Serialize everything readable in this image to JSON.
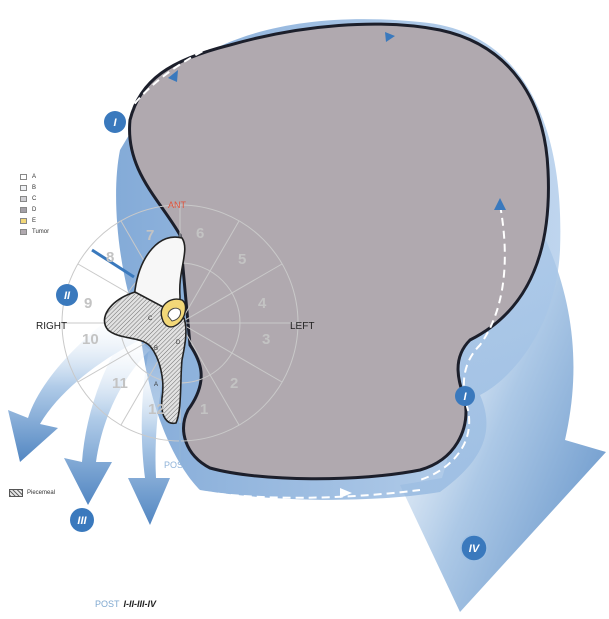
{
  "legend": [
    {
      "label": "A",
      "color": "#ffffff"
    },
    {
      "label": "B",
      "color": "#eef0f3"
    },
    {
      "label": "C",
      "color": "#cfcfd3"
    },
    {
      "label": "D",
      "color": "#a3a0a6"
    },
    {
      "label": "E",
      "color": "#f2d778"
    },
    {
      "label": "Tumor",
      "color": "#b0a9af"
    }
  ],
  "piecemeal_label": "Piecemeal",
  "directions": {
    "ant": "ANT",
    "post": "POST",
    "right": "RIGHT",
    "left": "LEFT"
  },
  "clock_numbers": [
    "1",
    "2",
    "3",
    "4",
    "5",
    "6",
    "7",
    "8",
    "9",
    "10",
    "11",
    "12"
  ],
  "vertebra_letters": {
    "a": "A",
    "b": "B",
    "c": "C",
    "d": "D"
  },
  "approach_labels": {
    "i": "I",
    "ii": "II",
    "iii": "III",
    "iv": "IV"
  },
  "caption": {
    "prefix": "POST",
    "sequence": "I-II-III-IV"
  },
  "colors": {
    "tumor": "#b0a9af",
    "tumor_outline": "#1c1f2b",
    "arrow_blue": "#4f86c2",
    "badge_blue": "#3a79bd",
    "ant_red": "#e0543c"
  }
}
